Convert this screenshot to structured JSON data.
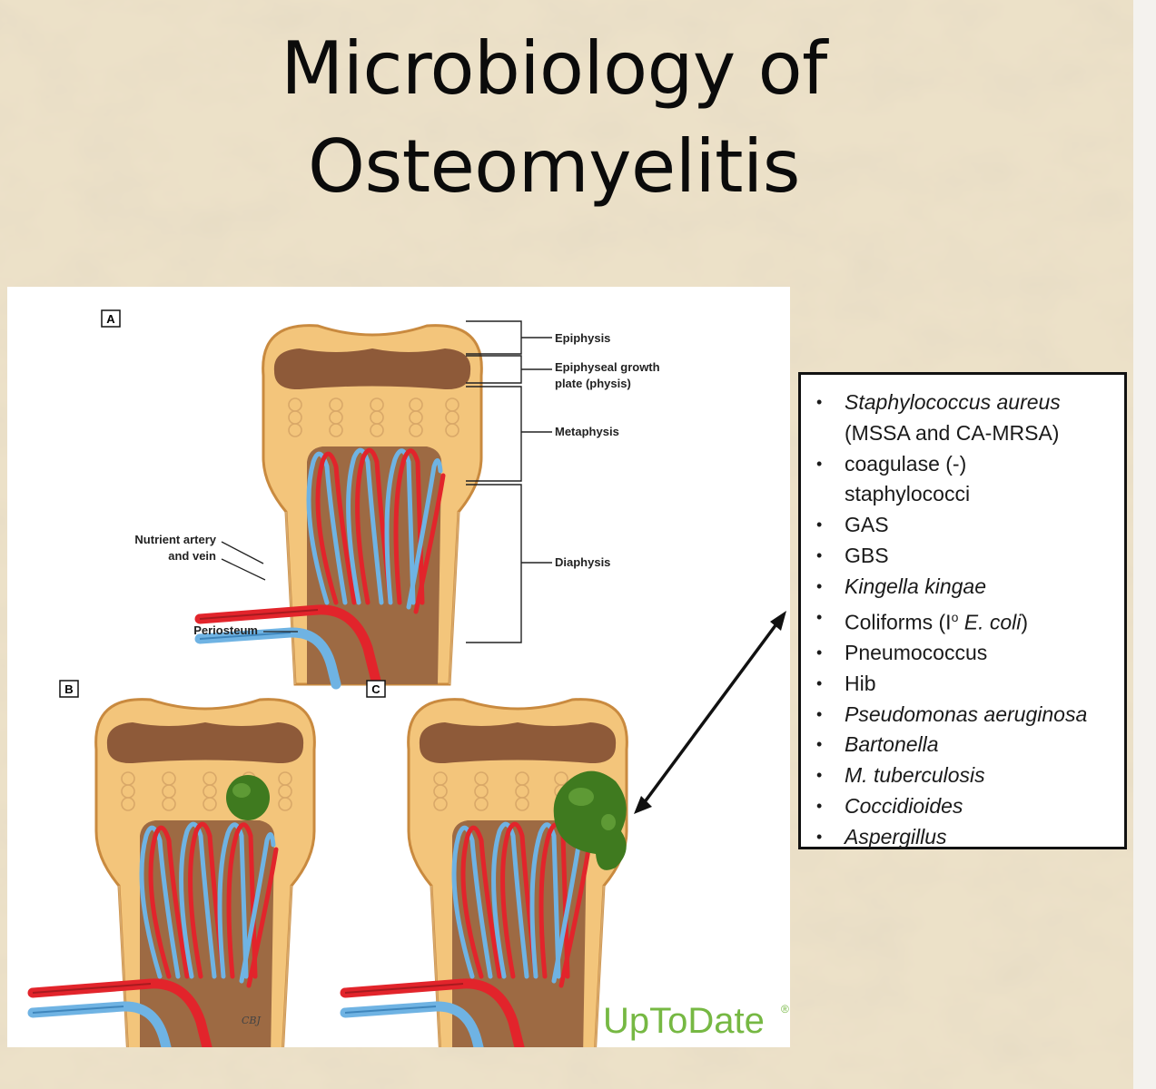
{
  "slide": {
    "title_line1": "Microbiology of",
    "title_line2": "Osteomyelitis"
  },
  "figure": {
    "panel_labels": [
      "A",
      "B",
      "C"
    ],
    "zone_labels": {
      "epiphysis": "Epiphysis",
      "growth_plate_line1": "Epiphyseal growth",
      "growth_plate_line2": "plate (physis)",
      "metaphysis": "Metaphysis",
      "diaphysis": "Diaphysis"
    },
    "vessel_label_line1": "Nutrient artery",
    "vessel_label_line2": "and vein",
    "periosteum_label": "Periosteum",
    "artist_initials": "CBJ",
    "brand": "UpToDate",
    "brand_mark": "®",
    "colors": {
      "bone_outer": "#f3c57b",
      "bone_edge": "#c98a3f",
      "marrow": "#9d6a43",
      "physis": "#8e5a39",
      "artery": "#e2242b",
      "vein": "#6fb3e3",
      "abscess": "#3f7a1f",
      "brand": "#76b843"
    }
  },
  "organisms": {
    "items": [
      {
        "parts": [
          {
            "text": "Staphylococcus aureus",
            "italic": true
          }
        ]
      },
      {
        "parts": [
          {
            "text": "(MSSA and CA-MRSA)",
            "italic": false
          }
        ],
        "continuation": true
      },
      {
        "parts": [
          {
            "text": "coagulase (-)",
            "italic": false
          }
        ]
      },
      {
        "parts": [
          {
            "text": "staphylococci",
            "italic": false
          }
        ],
        "continuation": true
      },
      {
        "parts": [
          {
            "text": "GAS",
            "italic": false
          }
        ]
      },
      {
        "parts": [
          {
            "text": "GBS",
            "italic": false
          }
        ]
      },
      {
        "parts": [
          {
            "text": "Kingella kingae",
            "italic": true
          }
        ]
      },
      {
        "parts": [
          {
            "text": "Coliforms (I",
            "italic": false
          },
          {
            "text": "o",
            "italic": false,
            "sup": true
          },
          {
            "text": " E. coli",
            "italic": true
          },
          {
            "text": ")",
            "italic": false
          }
        ]
      },
      {
        "parts": [
          {
            "text": "Pneumococcus",
            "italic": false
          }
        ]
      },
      {
        "parts": [
          {
            "text": "Hib",
            "italic": false
          }
        ]
      },
      {
        "parts": [
          {
            "text": "Pseudomonas aeruginosa",
            "italic": true
          }
        ]
      },
      {
        "parts": [
          {
            "text": "Bartonella",
            "italic": true
          }
        ]
      },
      {
        "parts": [
          {
            "text": "M. tuberculosis",
            "italic": true
          }
        ]
      },
      {
        "parts": [
          {
            "text": "Coccidioides",
            "italic": true
          }
        ]
      },
      {
        "parts": [
          {
            "text": "Aspergillus",
            "italic": true
          }
        ]
      }
    ]
  }
}
